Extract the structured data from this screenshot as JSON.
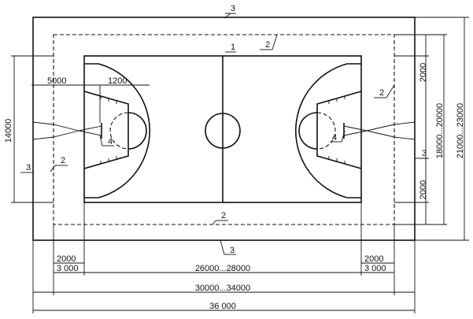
{
  "labels": {
    "n1": "1",
    "n2": "2",
    "n3": "3",
    "n4": "4"
  },
  "dimensions": {
    "d5000": "5000",
    "d1200": "1200",
    "d14000": "14000",
    "d2000": "2000",
    "d3000": "3 000",
    "d26000": "26000...28000",
    "d30000": "30000...34000",
    "d36000": "36 000",
    "d18000": "18000...20000",
    "d21000": "21000...23000"
  }
}
